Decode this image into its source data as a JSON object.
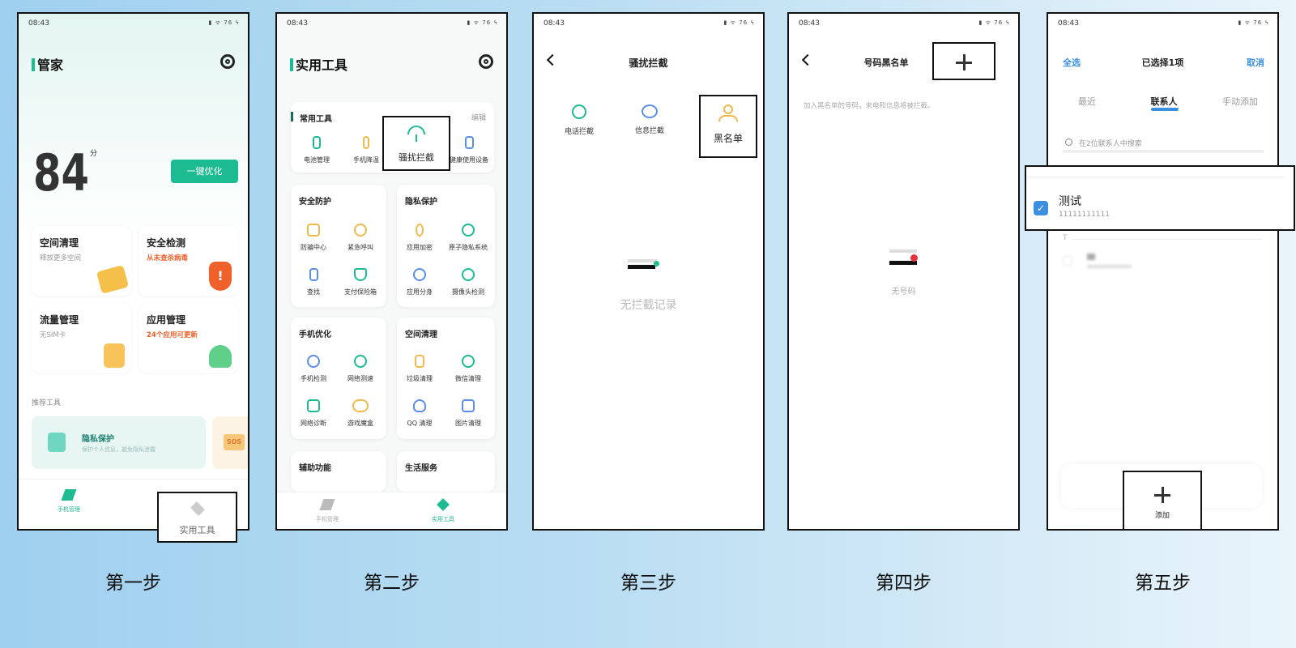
{
  "status_time": "08:43",
  "status_icons": "▮ ᯤ 76 ϟ",
  "colors": {
    "accent": "#1dbb92",
    "blue": "#3c8fe0",
    "orange": "#f0602a",
    "highlight_border": "#111111"
  },
  "steps": [
    "第一步",
    "第二步",
    "第三步",
    "第四步",
    "第五步"
  ],
  "p1": {
    "title": "管家",
    "score": "84",
    "score_unit": "分",
    "optimize_button": "一键优化",
    "cards": [
      {
        "title": "空间清理",
        "sub": "释放更多空间"
      },
      {
        "title": "安全检测",
        "sub": "从未查杀病毒"
      },
      {
        "title": "流量管理",
        "sub": "无SIM卡"
      },
      {
        "title": "应用管理",
        "sub": "24个应用可更新"
      }
    ],
    "recommend_label": "推荐工具",
    "promo_title": "隐私保护",
    "promo_sub": "保护个人信息，避免隐私泄露",
    "sos": "SOS",
    "nav": [
      "手机管理",
      "实用工具"
    ]
  },
  "p2": {
    "title": "实用工具",
    "common_label": "常用工具",
    "edit": "编辑",
    "common_tools": [
      "电池管理",
      "手机降温",
      "骚扰拦截",
      "健康使用设备"
    ],
    "sections": [
      {
        "title": "安全防护",
        "items": [
          "防骗中心",
          "紧急呼叫",
          "查找",
          "支付保险箱"
        ]
      },
      {
        "title": "隐私保护",
        "items": [
          "应用加密",
          "原子隐私系统",
          "应用分身",
          "摄像头检测"
        ]
      },
      {
        "title": "手机优化",
        "items": [
          "手机检测",
          "网络测速",
          "网络诊断",
          "游戏魔盒"
        ]
      },
      {
        "title": "空间清理",
        "items": [
          "垃圾清理",
          "微信清理",
          "QQ 清理",
          "图片清理"
        ]
      },
      {
        "title": "辅助功能",
        "items": []
      },
      {
        "title": "生活服务",
        "items": []
      }
    ],
    "nav": [
      "手机管理",
      "实用工具"
    ]
  },
  "p3": {
    "title": "骚扰拦截",
    "tools": [
      "电话拦截",
      "信息拦截",
      "黑名单"
    ],
    "empty": "无拦截记录"
  },
  "p4": {
    "title": "号码黑名单",
    "hint": "加入黑名单的号码，来电和信息将被拦截。",
    "empty": "无号码"
  },
  "p5": {
    "select_all": "全选",
    "title": "已选择1项",
    "cancel": "取消",
    "tabs": [
      "最近",
      "联系人",
      "手动添加"
    ],
    "active_tab": 1,
    "search_placeholder": "在2位联系人中搜索",
    "contact_name": "测试",
    "contact_number": "11111111111",
    "contact_checked": true,
    "index_letter": "T",
    "add_label": "添加"
  }
}
